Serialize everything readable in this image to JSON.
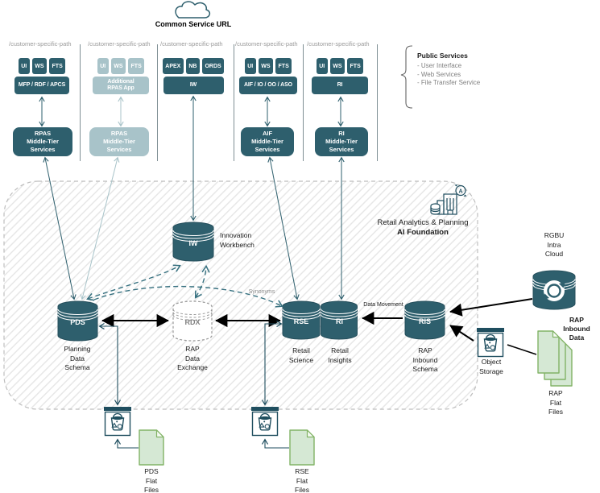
{
  "cloud": {
    "label": "Common Service URL"
  },
  "columns": [
    {
      "path": "/customer-specific-path",
      "services": [
        "UI",
        "WS",
        "FTS"
      ],
      "app": "MFP / RDF / APCS",
      "middle_tier": "RPAS\nMiddle-Tier\nServices"
    },
    {
      "path": "/customer-specific-path",
      "services": [
        "UI",
        "WS",
        "FTS"
      ],
      "app": "Additional\nRPAS App",
      "middle_tier": "RPAS\nMiddle-Tier\nServices"
    },
    {
      "path": "/customer-specific-path",
      "services": [
        "APEX",
        "NB",
        "ORDS"
      ],
      "app": "IW"
    },
    {
      "path": "/customer-specific-path",
      "services": [
        "UI",
        "WS",
        "FTS"
      ],
      "app": "AIF / IO / OO / ASO",
      "middle_tier": "AIF\nMiddle-Tier\nServices"
    },
    {
      "path": "/customer-specific-path",
      "services": [
        "UI",
        "WS",
        "FTS"
      ],
      "app": "RI",
      "middle_tier": "RI\nMiddle-Tier\nServices"
    }
  ],
  "public_services": {
    "title": "Public Services",
    "items": [
      "- User Interface",
      "- Web Services",
      "- File Transfer Service"
    ]
  },
  "foundation": {
    "line1": "Retail Analytics & Planning",
    "line2": "AI Foundation",
    "badge": "A"
  },
  "cylinders": {
    "iw": {
      "name": "IW",
      "label": "Innovation\nWorkbench"
    },
    "pds": {
      "name": "PDS",
      "label": "Planning\nData\nSchema"
    },
    "rdx": {
      "name": "RDX",
      "label": "RAP\nData\nExchange"
    },
    "rse": {
      "name": "RSE",
      "label": "Retail\nScience"
    },
    "ri": {
      "name": "RI",
      "label": "Retail\nInsights"
    },
    "ris": {
      "name": "RIS",
      "label": "RAP\nInbound\nSchema"
    },
    "rgbu": {
      "label": "RGBU\nIntra\nCloud"
    }
  },
  "annotations": {
    "synonyms": "Synonyms",
    "data_movement": "Data Movement",
    "rap_inbound": "RAP\nInbound\nData"
  },
  "files": {
    "object_storage": "Object\nStorage",
    "rap": "RAP\nFlat\nFiles",
    "pds": "PDS\nFlat\nFiles",
    "rse": "RSE\nFlat\nFiles"
  },
  "colors": {
    "teal_dark": "#2e5f6d",
    "teal_faded": "#a8c3c9",
    "icon_stroke": "#1f4e5f",
    "file_fill": "#d5e8d4",
    "file_stroke": "#82b366"
  }
}
